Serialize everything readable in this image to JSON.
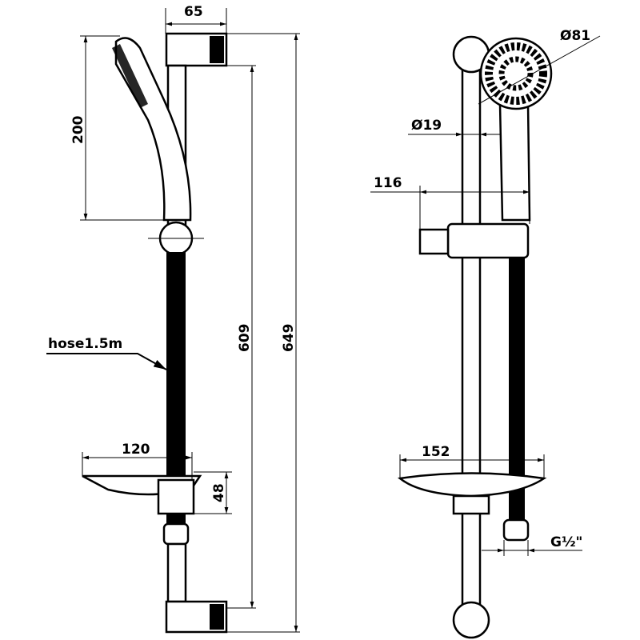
{
  "title": "Shower rail set technical drawing",
  "dimensions": {
    "bracket_width": "65",
    "handset_length": "200",
    "rail_centers": "609",
    "overall_height": "649",
    "hose_label": "hose1.5m",
    "dish_width_side": "120",
    "dish_height": "48",
    "head_diameter": "Ø81",
    "rail_diameter": "Ø19",
    "projection": "116",
    "dish_width_front": "152",
    "thread": "G½\""
  },
  "colors": {
    "line": "#000000",
    "background": "#ffffff"
  }
}
